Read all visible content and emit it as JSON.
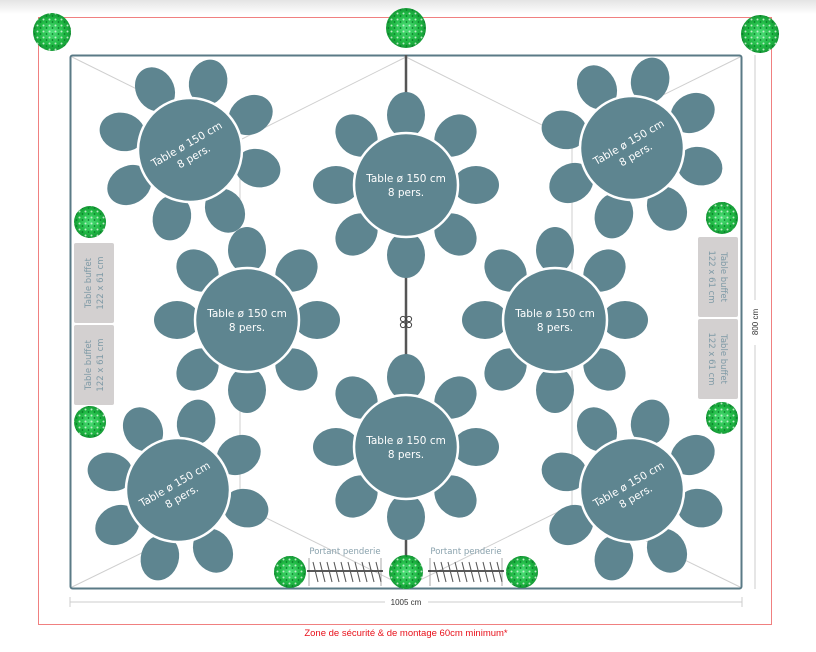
{
  "colors": {
    "table": "#5e8590",
    "tent": "#5a7a86",
    "zone": "#e8101a",
    "bush": "#22c24a",
    "buffet": "#d3d0d0"
  },
  "tables": [
    {
      "line1": "Table ø 150 cm",
      "line2": "8 pers."
    },
    {
      "line1": "Table ø 150 cm",
      "line2": "8 pers."
    },
    {
      "line1": "Table ø 150 cm",
      "line2": "8 pers."
    },
    {
      "line1": "Table ø 150 cm",
      "line2": "8 pers."
    },
    {
      "line1": "Table ø 150 cm",
      "line2": "8 pers."
    },
    {
      "line1": "Table ø 150 cm",
      "line2": "8 pers."
    },
    {
      "line1": "Table ø 150 cm",
      "line2": "8 pers."
    },
    {
      "line1": "Table ø 150 cm",
      "line2": "8 pers."
    }
  ],
  "buffets": [
    {
      "line1": "Table buffet",
      "line2": "122 x 61 cm"
    },
    {
      "line1": "Table buffet",
      "line2": "122 x 61 cm"
    },
    {
      "line1": "Table buffet",
      "line2": "122 x 61 cm"
    },
    {
      "line1": "Table buffet",
      "line2": "122 x 61 cm"
    }
  ],
  "racks": [
    {
      "label": "Portant penderie"
    },
    {
      "label": "Portant penderie"
    }
  ],
  "dimensions": {
    "width": "1005 cm",
    "height": "800 cm"
  },
  "zone_note": "Zone de sécurité & de montage 60cm minimum*"
}
